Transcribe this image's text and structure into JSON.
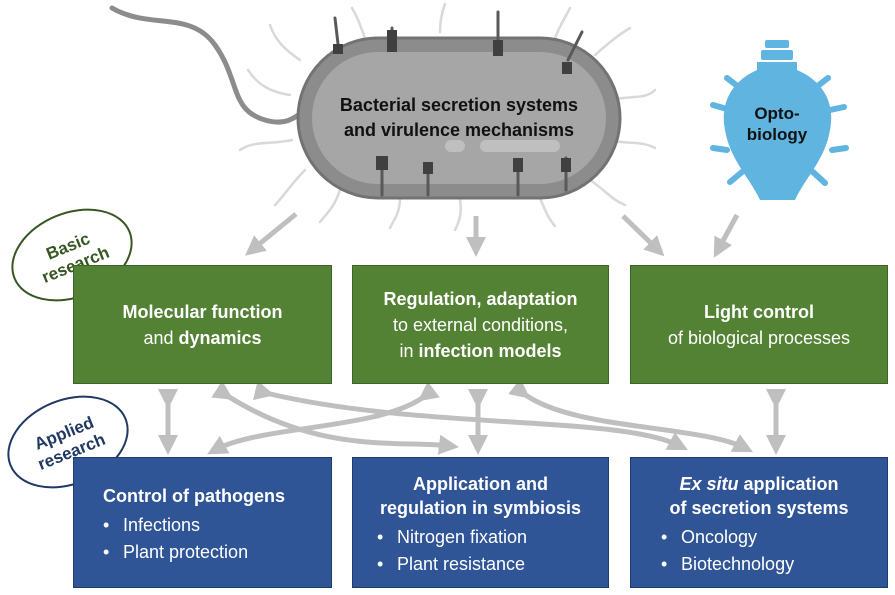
{
  "bacterium": {
    "line1": "Bacterial secretion systems",
    "line2": "and virulence mechanisms"
  },
  "bulb": {
    "line1": "Opto-",
    "line2": "biology"
  },
  "tags": {
    "basic_line1": "Basic",
    "basic_line2": "research",
    "applied_line1": "Applied",
    "applied_line2": "research"
  },
  "basic": {
    "molecular": {
      "t1": "Molecular function",
      "t2a": "and ",
      "t2b": "dynamics"
    },
    "regulation": {
      "t1": "Regulation, adaptation",
      "t2": "to external conditions,",
      "t3a": "in ",
      "t3b": "infection models"
    },
    "light": {
      "t1": "Light control",
      "t2": "of biological processes"
    }
  },
  "applied": {
    "pathogens": {
      "title": "Control of pathogens",
      "bullets": [
        "Infections",
        "Plant protection"
      ]
    },
    "symbiosis": {
      "title1": "Application and",
      "title2": "regulation in symbiosis",
      "bullets": [
        "Nitrogen fixation",
        "Plant resistance"
      ]
    },
    "exsitu": {
      "title1a": "Ex situ",
      "title1b": " application",
      "title2": "of secretion systems",
      "bullets": [
        "Oncology",
        "Biotechnology"
      ]
    }
  },
  "colors": {
    "green": "#548235",
    "blue": "#2f5597",
    "arrow": "#bfbfbf",
    "bacterium": "#8c8c8c",
    "bulb": "#5fb4e0",
    "basic_tag": "#375623",
    "applied_tag": "#1f3864"
  }
}
